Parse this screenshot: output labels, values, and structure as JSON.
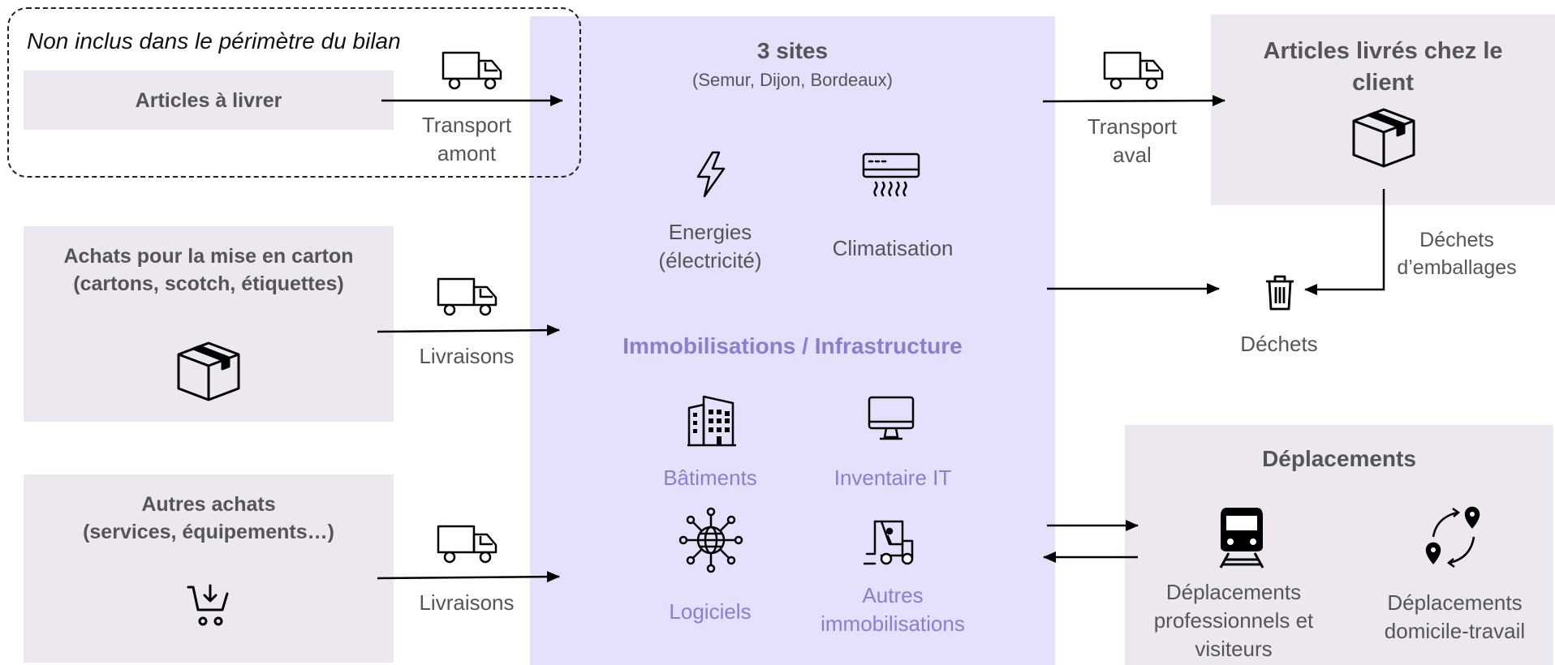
{
  "outside_scope": {
    "caption": "Non inclus dans le périmètre du bilan",
    "articles_box": "Articles à livrer",
    "transport_label_1": "Transport",
    "transport_label_2": "amont"
  },
  "purchases_box": {
    "title_line1": "Achats pour la mise en carton",
    "title_line2": "(cartons, scotch, étiquettes)",
    "flow_label": "Livraisons"
  },
  "other_purchases_box": {
    "title_line1": "Autres achats",
    "title_line2": "(services, équipements…)",
    "flow_label": "Livraisons"
  },
  "sites": {
    "title": "3 sites",
    "subtitle": "(Semur, Dijon, Bordeaux)",
    "energy_line1": "Energies",
    "energy_line2": "(électricité)",
    "climatisation": "Climatisation",
    "immobilisations_title": "Immobilisations / Infrastructure",
    "batiments": "Bâtiments",
    "inventaire": "Inventaire IT",
    "logiciels": "Logiciels",
    "autres_line1": "Autres",
    "autres_line2": "immobilisations"
  },
  "delivered": {
    "title_line1": "Articles livrés chez le",
    "title_line2": "client",
    "transport_label_1": "Transport",
    "transport_label_2": "aval"
  },
  "waste": {
    "label": "Déchets",
    "packaging_line1": "Déchets",
    "packaging_line2": "d’emballages"
  },
  "travel": {
    "title": "Déplacements",
    "pro_line1": "Déplacements",
    "pro_line2": "professionnels et",
    "pro_line3": "visiteurs",
    "commute_line1": "Déplacements",
    "commute_line2": "domicile-travail"
  },
  "icons": [
    "truck-icon",
    "box-icon",
    "cart-icon",
    "lightning-icon",
    "air-conditioner-icon",
    "building-icon",
    "monitor-icon",
    "globe-network-icon",
    "forklift-icon",
    "trash-icon",
    "train-icon",
    "commute-pins-icon"
  ]
}
